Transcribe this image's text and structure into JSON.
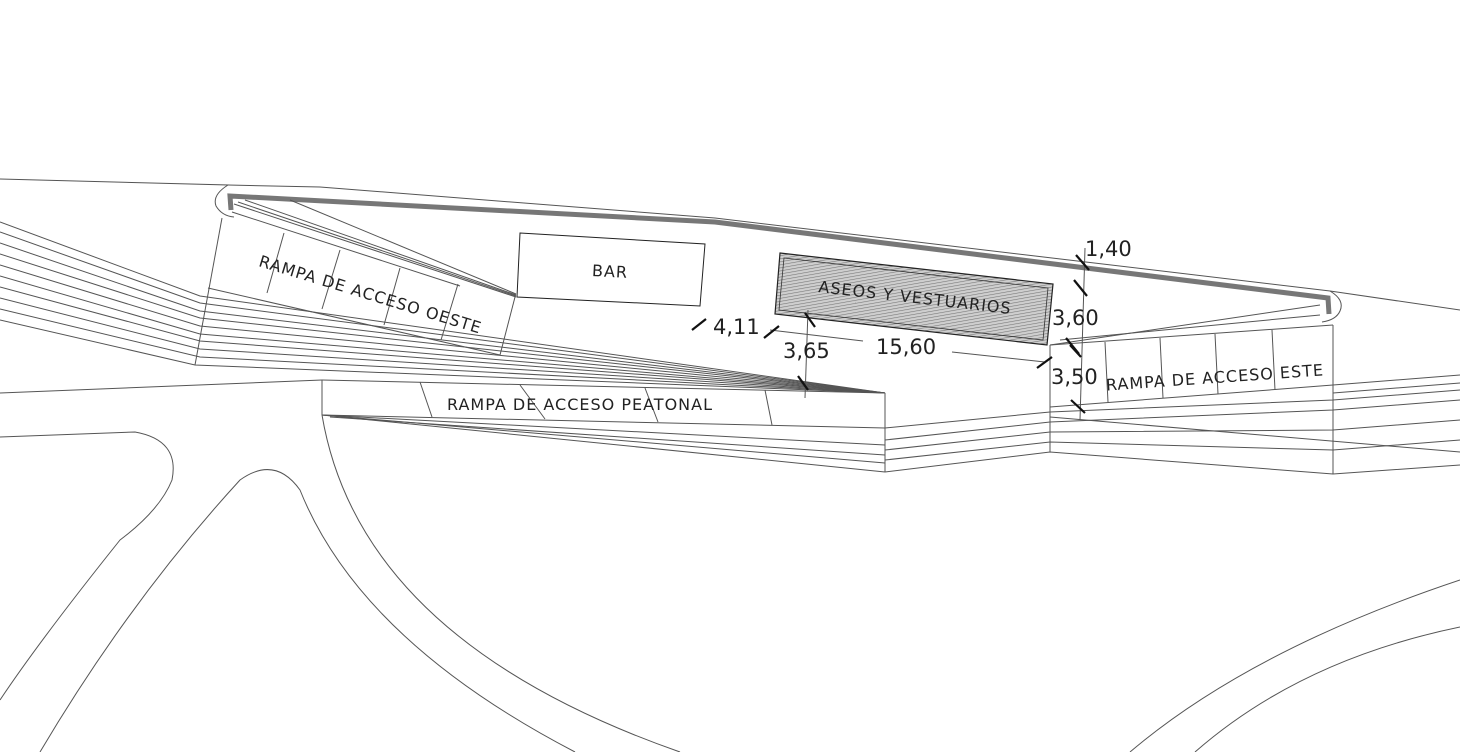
{
  "labels": {
    "bar": "BAR",
    "aseos": "ASEOS Y VESTUARIOS",
    "rampa_oeste": "RAMPA DE ACCESO OESTE",
    "rampa_peatonal": "RAMPA DE ACCESO PEATONAL",
    "rampa_este": "RAMPA DE ACCESO ESTE"
  },
  "dimensions": {
    "d1": "1,40",
    "d2": "3,60",
    "d3": "3,50",
    "d4": "4,11",
    "d5": "3,65",
    "d6": "15,60"
  },
  "colors": {
    "wall": "#777777",
    "hatch": "#9a9a9a",
    "line": "#555555"
  }
}
